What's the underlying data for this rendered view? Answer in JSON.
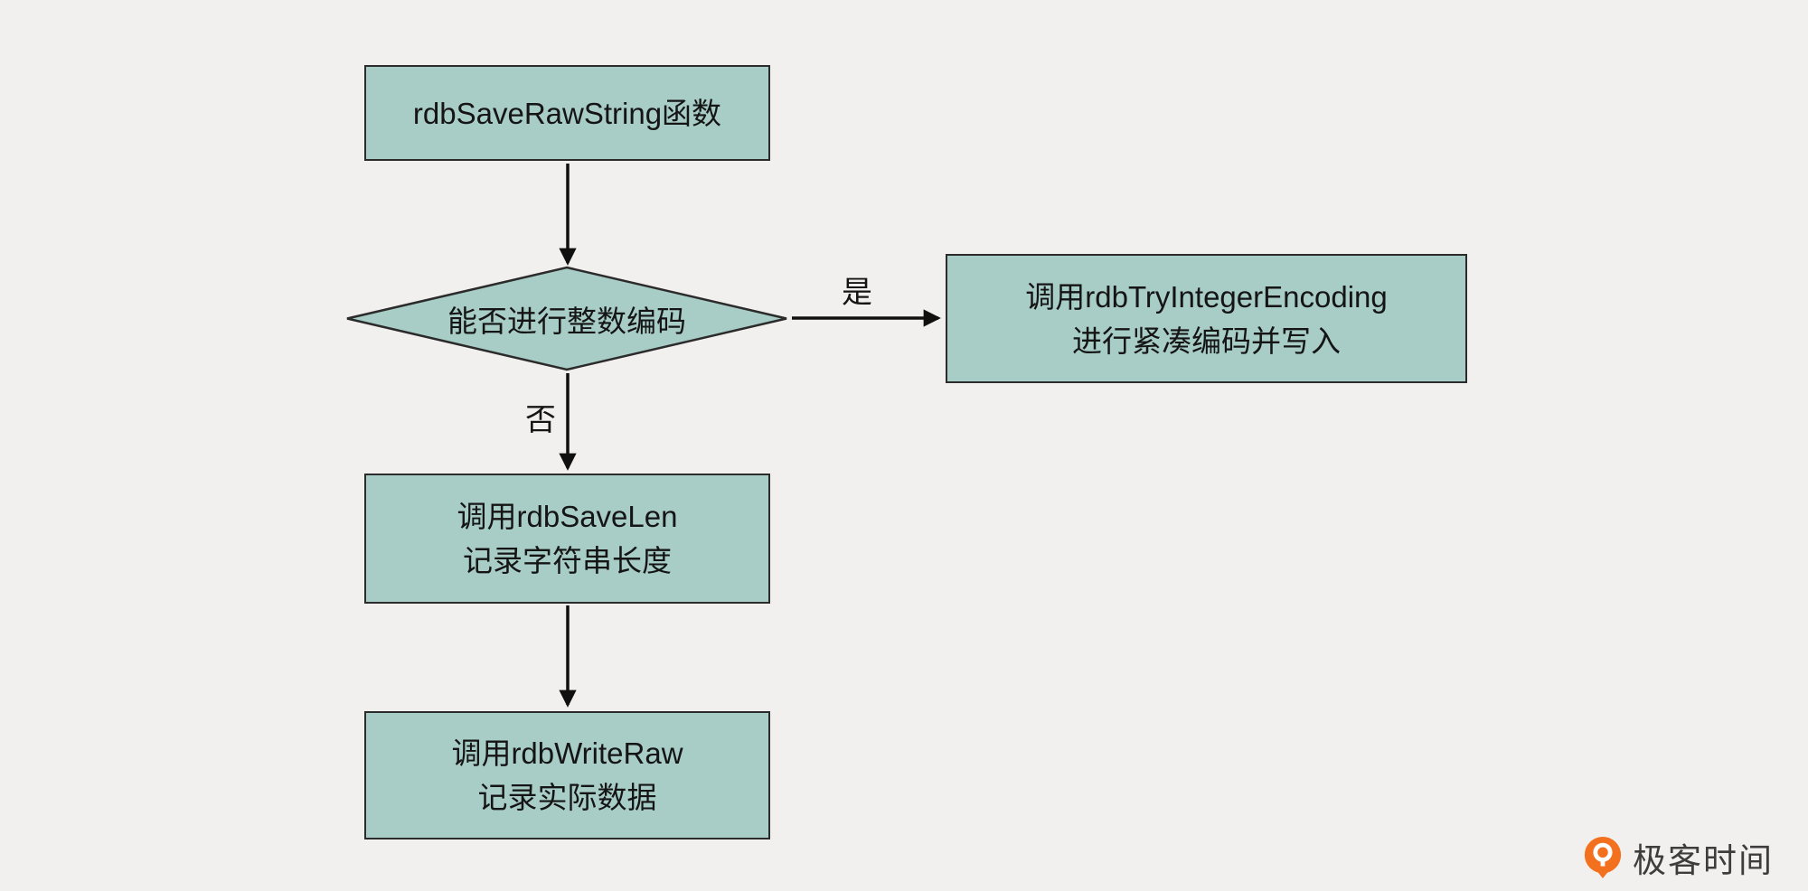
{
  "colors": {
    "background": "#f2f0ee",
    "node_fill": "#a8ccc6",
    "node_border": "#2b2b2b",
    "arrow": "#101010",
    "text": "#151515",
    "brand_orange": "#f3701f",
    "brand_text": "#3d3d3d"
  },
  "flowchart": {
    "nodes": {
      "start": {
        "label": "rdbSaveRawString函数"
      },
      "decision": {
        "label": "能否进行整数编码"
      },
      "try_integer": {
        "line1": "调用rdbTryIntegerEncoding",
        "line2": "进行紧凑编码并写入"
      },
      "save_len": {
        "line1": "调用rdbSaveLen",
        "line2": "记录字符串长度"
      },
      "write_raw": {
        "line1": "调用rdbWriteRaw",
        "line2": "记录实际数据"
      }
    },
    "edge_labels": {
      "yes": "是",
      "no": "否"
    }
  },
  "footer": {
    "brand": "极客时间"
  }
}
